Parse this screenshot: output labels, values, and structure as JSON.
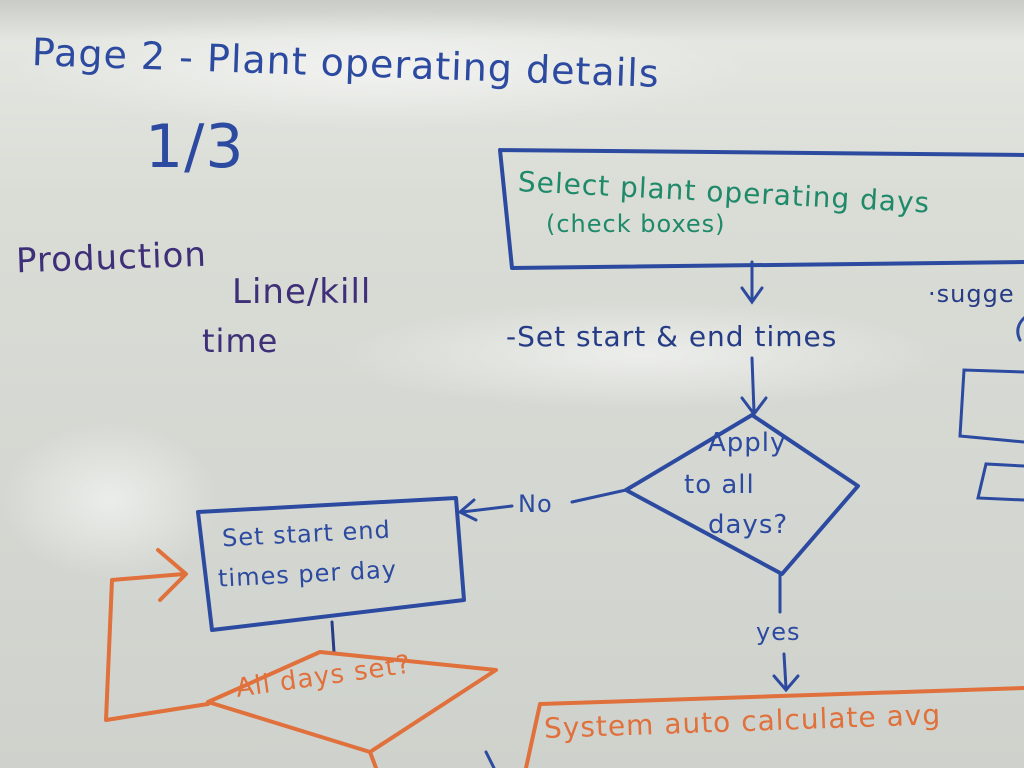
{
  "board": {
    "title": "Page 2 - Plant operating details",
    "fraction": "1/3",
    "left_label": "Production",
    "side_note_line1": "Line/kill",
    "side_note_line2": "time"
  },
  "flow": {
    "box_select": {
      "line1": "Select plant operating days",
      "line2": "(check boxes)"
    },
    "step_set_times": "-Set start & end times",
    "suggest_note": "·sugge",
    "decision_apply": {
      "line1": "Apply",
      "line2": "to all",
      "line3": "days?"
    },
    "edge_no": "No",
    "edge_yes": "yes",
    "box_per_day": {
      "line1": "Set start end",
      "line2": "times per day"
    },
    "decision_all_set": "All days set?",
    "box_auto_calc": "System auto calculate avg"
  },
  "colors": {
    "blue_ink": "#2c4aa0",
    "purple_ink": "#3e2f78",
    "green_ink": "#1f8a6a",
    "orange_ink": "#e0703c",
    "board": "#dadcd6"
  }
}
